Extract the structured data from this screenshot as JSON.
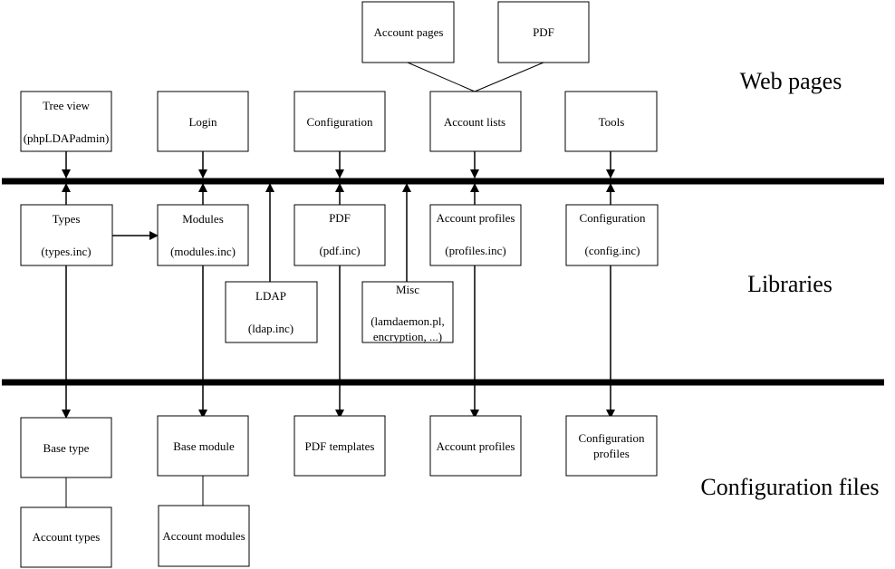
{
  "layers": {
    "web_pages": "Web pages",
    "libraries": "Libraries",
    "configuration_files": "Configuration files"
  },
  "web_pages": {
    "account_pages": "Account pages",
    "pdf": "PDF",
    "tree_view": "Tree view",
    "tree_view_sub": "(phpLDAPadmin)",
    "login": "Login",
    "configuration": "Configuration",
    "account_lists": "Account lists",
    "tools": "Tools"
  },
  "libraries": {
    "types": "Types",
    "types_sub": "(types.inc)",
    "modules": "Modules",
    "modules_sub": "(modules.inc)",
    "pdf": "PDF",
    "pdf_sub": "(pdf.inc)",
    "account_profiles": "Account profiles",
    "account_profiles_sub": "(profiles.inc)",
    "configuration": "Configuration",
    "configuration_sub": "(config.inc)",
    "ldap": "LDAP",
    "ldap_sub": "(ldap.inc)",
    "misc": "Misc",
    "misc_sub1": "(lamdaemon.pl,",
    "misc_sub2": "encryption, ...)"
  },
  "configuration_files": {
    "base_type": "Base type",
    "base_module": "Base module",
    "pdf_templates": "PDF templates",
    "account_profiles": "Account profiles",
    "configuration_profiles_1": "Configuration",
    "configuration_profiles_2": "profiles",
    "account_types": "Account types",
    "account_modules": "Account modules"
  }
}
